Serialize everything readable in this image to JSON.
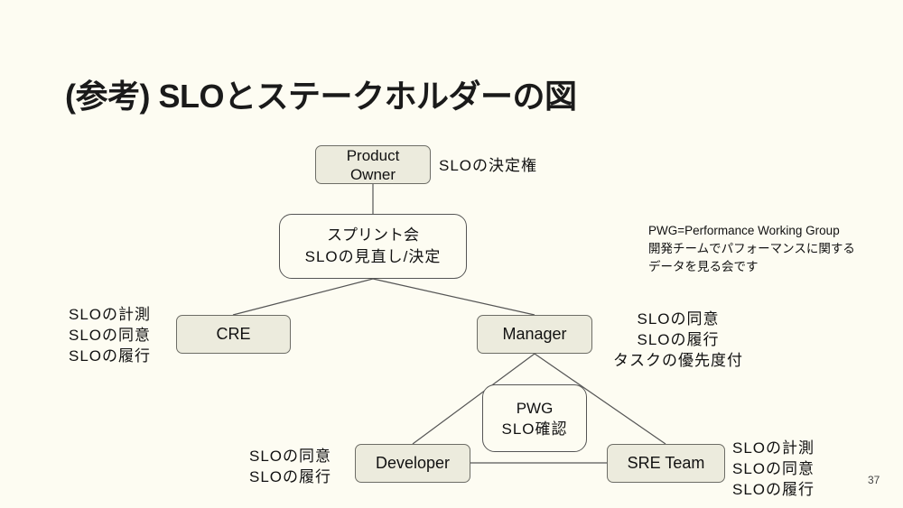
{
  "slide": {
    "title": "(参考) SLOとステークホルダーの図",
    "page_number": "37",
    "colors": {
      "background": "#fdfcf2",
      "box_fill": "#ecebdd",
      "box_border": "#6d6d66",
      "line": "#555555"
    }
  },
  "nodes": {
    "product_owner": {
      "line1": "Product",
      "line2": "Owner"
    },
    "sprint_meeting": {
      "line1": "スプリント会",
      "line2": "SLOの見直し/決定"
    },
    "cre": {
      "label": "CRE"
    },
    "manager": {
      "label": "Manager"
    },
    "pwg": {
      "line1": "PWG",
      "line2": "SLO確認"
    },
    "developer": {
      "label": "Developer"
    },
    "sre_team": {
      "label": "SRE Team"
    }
  },
  "notes": {
    "product_owner": [
      "SLOの決定権"
    ],
    "cre": [
      "SLOの計測",
      "SLOの同意",
      "SLOの履行"
    ],
    "manager": [
      "SLOの同意",
      "SLOの履行",
      "タスクの優先度付"
    ],
    "developer": [
      "SLOの同意",
      "SLOの履行"
    ],
    "sre_team": [
      "SLOの計測",
      "SLOの同意",
      "SLOの履行"
    ]
  },
  "legend": {
    "line1": "PWG=Performance Working Group",
    "line2": "開発チームでパフォーマンスに関する",
    "line3": "データを見る会です"
  },
  "edges": [
    [
      "product_owner",
      "sprint_meeting"
    ],
    [
      "sprint_meeting",
      "cre"
    ],
    [
      "sprint_meeting",
      "manager"
    ],
    [
      "manager",
      "developer"
    ],
    [
      "manager",
      "sre_team"
    ],
    [
      "developer",
      "sre_team"
    ]
  ]
}
